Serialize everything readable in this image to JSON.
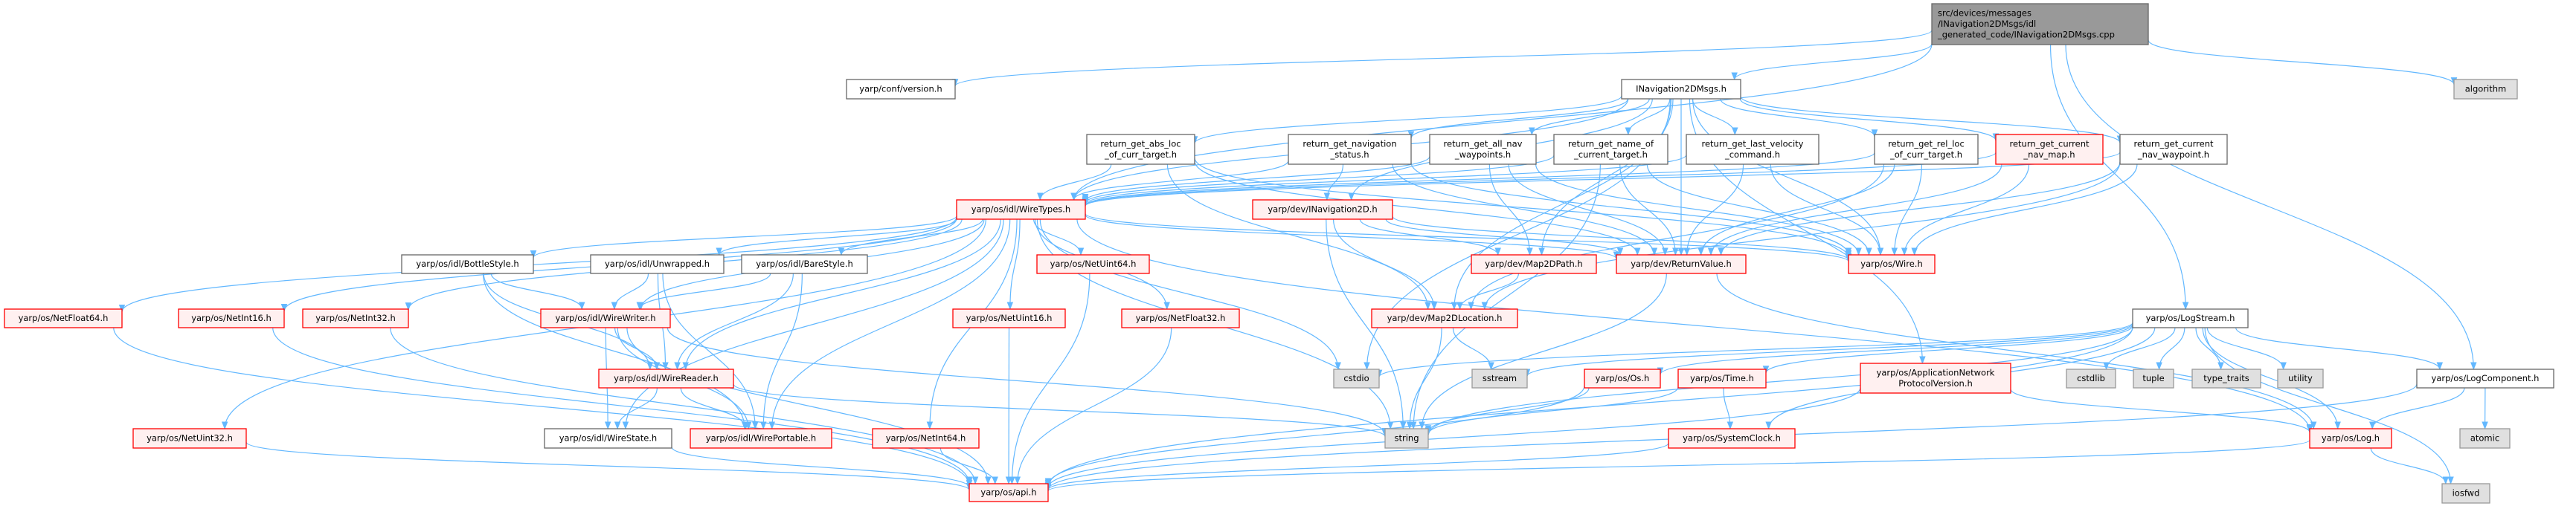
{
  "colors": {
    "edge": "#63b8ff",
    "root_fill": "#999999",
    "root_border": "#666666",
    "normal_fill": "#ffffff",
    "normal_border": "#666666",
    "truncated_fill": "#fff0f0",
    "truncated_border": "#ff0000",
    "system_fill": "#e0e0e0",
    "system_border": "#999999"
  },
  "nodes": [
    {
      "id": "root",
      "kind": "root",
      "lines": [
        "src/devices/messages",
        "/INavigation2DMsgs/idl",
        "_generated_code/INavigation2DMsgs.cpp"
      ]
    },
    {
      "id": "version",
      "kind": "normal",
      "lines": [
        "yarp/conf/version.h"
      ]
    },
    {
      "id": "inav",
      "kind": "normal",
      "lines": [
        "INavigation2DMsgs.h"
      ]
    },
    {
      "id": "algorithm",
      "kind": "system",
      "lines": [
        "algorithm"
      ]
    },
    {
      "id": "r_abs",
      "kind": "normal",
      "lines": [
        "return_get_abs_loc",
        "_of_curr_target.h"
      ]
    },
    {
      "id": "r_nav",
      "kind": "normal",
      "lines": [
        "return_get_navigation",
        "_status.h"
      ]
    },
    {
      "id": "r_all",
      "kind": "normal",
      "lines": [
        "return_get_all_nav",
        "_waypoints.h"
      ]
    },
    {
      "id": "r_name",
      "kind": "normal",
      "lines": [
        "return_get_name_of",
        "_current_target.h"
      ]
    },
    {
      "id": "r_last",
      "kind": "normal",
      "lines": [
        "return_get_last_velocity",
        "_command.h"
      ]
    },
    {
      "id": "r_rel",
      "kind": "normal",
      "lines": [
        "return_get_rel_loc",
        "_of_curr_target.h"
      ]
    },
    {
      "id": "r_map",
      "kind": "truncated",
      "lines": [
        "return_get_current",
        "_nav_map.h"
      ]
    },
    {
      "id": "r_wp",
      "kind": "normal",
      "lines": [
        "return_get_current",
        "_nav_waypoint.h"
      ]
    },
    {
      "id": "wiretypes",
      "kind": "truncated",
      "lines": [
        "yarp/os/idl/WireTypes.h"
      ]
    },
    {
      "id": "inav2d",
      "kind": "truncated",
      "lines": [
        "yarp/dev/INavigation2D.h"
      ]
    },
    {
      "id": "bottle",
      "kind": "normal",
      "lines": [
        "yarp/os/idl/BottleStyle.h"
      ]
    },
    {
      "id": "unwrapped",
      "kind": "normal",
      "lines": [
        "yarp/os/idl/Unwrapped.h"
      ]
    },
    {
      "id": "bare",
      "kind": "normal",
      "lines": [
        "yarp/os/idl/BareStyle.h"
      ]
    },
    {
      "id": "netuint64",
      "kind": "truncated",
      "lines": [
        "yarp/os/NetUint64.h"
      ]
    },
    {
      "id": "map2dpath",
      "kind": "truncated",
      "lines": [
        "yarp/dev/Map2DPath.h"
      ]
    },
    {
      "id": "returnvalue",
      "kind": "truncated",
      "lines": [
        "yarp/dev/ReturnValue.h"
      ]
    },
    {
      "id": "wire",
      "kind": "truncated",
      "lines": [
        "yarp/os/Wire.h"
      ]
    },
    {
      "id": "netfloat64",
      "kind": "truncated",
      "lines": [
        "yarp/os/NetFloat64.h"
      ]
    },
    {
      "id": "netint16",
      "kind": "truncated",
      "lines": [
        "yarp/os/NetInt16.h"
      ]
    },
    {
      "id": "netint32",
      "kind": "truncated",
      "lines": [
        "yarp/os/NetInt32.h"
      ]
    },
    {
      "id": "wirewriter",
      "kind": "truncated",
      "lines": [
        "yarp/os/idl/WireWriter.h"
      ]
    },
    {
      "id": "netuint16",
      "kind": "truncated",
      "lines": [
        "yarp/os/NetUint16.h"
      ]
    },
    {
      "id": "netfloat32",
      "kind": "truncated",
      "lines": [
        "yarp/os/NetFloat32.h"
      ]
    },
    {
      "id": "map2dloc",
      "kind": "truncated",
      "lines": [
        "yarp/dev/Map2DLocation.h"
      ]
    },
    {
      "id": "logstream",
      "kind": "normal",
      "lines": [
        "yarp/os/LogStream.h"
      ]
    },
    {
      "id": "wirereader",
      "kind": "truncated",
      "lines": [
        "yarp/os/idl/WireReader.h"
      ]
    },
    {
      "id": "cstdio",
      "kind": "system",
      "lines": [
        "cstdio"
      ]
    },
    {
      "id": "sstream",
      "kind": "system",
      "lines": [
        "sstream"
      ]
    },
    {
      "id": "os",
      "kind": "truncated",
      "lines": [
        "yarp/os/Os.h"
      ]
    },
    {
      "id": "time",
      "kind": "truncated",
      "lines": [
        "yarp/os/Time.h"
      ]
    },
    {
      "id": "appnet",
      "kind": "truncated",
      "lines": [
        "yarp/os/ApplicationNetwork",
        "ProtocolVersion.h"
      ]
    },
    {
      "id": "cstdlib",
      "kind": "system",
      "lines": [
        "cstdlib"
      ]
    },
    {
      "id": "tuple",
      "kind": "system",
      "lines": [
        "tuple"
      ]
    },
    {
      "id": "type_traits",
      "kind": "system",
      "lines": [
        "type_traits"
      ]
    },
    {
      "id": "utility",
      "kind": "system",
      "lines": [
        "utility"
      ]
    },
    {
      "id": "logcomp",
      "kind": "normal",
      "lines": [
        "yarp/os/LogComponent.h"
      ]
    },
    {
      "id": "netuint32",
      "kind": "truncated",
      "lines": [
        "yarp/os/NetUint32.h"
      ]
    },
    {
      "id": "wirestate",
      "kind": "normal",
      "lines": [
        "yarp/os/idl/WireState.h"
      ]
    },
    {
      "id": "wireportable",
      "kind": "truncated",
      "lines": [
        "yarp/os/idl/WirePortable.h"
      ]
    },
    {
      "id": "netint64",
      "kind": "truncated",
      "lines": [
        "yarp/os/NetInt64.h"
      ]
    },
    {
      "id": "string",
      "kind": "system",
      "lines": [
        "string"
      ]
    },
    {
      "id": "systemclock",
      "kind": "truncated",
      "lines": [
        "yarp/os/SystemClock.h"
      ]
    },
    {
      "id": "log",
      "kind": "truncated",
      "lines": [
        "yarp/os/Log.h"
      ]
    },
    {
      "id": "atomic",
      "kind": "system",
      "lines": [
        "atomic"
      ]
    },
    {
      "id": "api",
      "kind": "truncated",
      "lines": [
        "yarp/os/api.h"
      ]
    },
    {
      "id": "iosfwd",
      "kind": "system",
      "lines": [
        "iosfwd"
      ]
    }
  ],
  "edges": [
    [
      "root",
      "version"
    ],
    [
      "root",
      "inav"
    ],
    [
      "root",
      "wiretypes"
    ],
    [
      "root",
      "algorithm"
    ],
    [
      "root",
      "logstream"
    ],
    [
      "root",
      "logcomp"
    ],
    [
      "inav",
      "r_abs"
    ],
    [
      "inav",
      "r_nav"
    ],
    [
      "inav",
      "r_all"
    ],
    [
      "inav",
      "r_name"
    ],
    [
      "inav",
      "r_last"
    ],
    [
      "inav",
      "r_rel"
    ],
    [
      "inav",
      "r_map"
    ],
    [
      "inav",
      "r_wp"
    ],
    [
      "inav",
      "wiretypes"
    ],
    [
      "inav",
      "inav2d"
    ],
    [
      "inav",
      "wire"
    ],
    [
      "inav",
      "returnvalue"
    ],
    [
      "inav",
      "map2dpath"
    ],
    [
      "inav",
      "map2dloc"
    ],
    [
      "inav",
      "appnet"
    ],
    [
      "inav",
      "cstdio"
    ],
    [
      "r_abs",
      "wiretypes"
    ],
    [
      "r_abs",
      "map2dloc"
    ],
    [
      "r_abs",
      "returnvalue"
    ],
    [
      "r_abs",
      "wire"
    ],
    [
      "r_nav",
      "wiretypes"
    ],
    [
      "r_nav",
      "inav2d"
    ],
    [
      "r_nav",
      "returnvalue"
    ],
    [
      "r_nav",
      "wire"
    ],
    [
      "r_all",
      "wiretypes"
    ],
    [
      "r_all",
      "map2dpath"
    ],
    [
      "r_all",
      "returnvalue"
    ],
    [
      "r_all",
      "wire"
    ],
    [
      "r_name",
      "wiretypes"
    ],
    [
      "r_name",
      "returnvalue"
    ],
    [
      "r_name",
      "wire"
    ],
    [
      "r_name",
      "string"
    ],
    [
      "r_last",
      "wiretypes"
    ],
    [
      "r_last",
      "returnvalue"
    ],
    [
      "r_last",
      "wire"
    ],
    [
      "r_rel",
      "wiretypes"
    ],
    [
      "r_rel",
      "returnvalue"
    ],
    [
      "r_rel",
      "wire"
    ],
    [
      "r_rel",
      "map2dloc"
    ],
    [
      "r_map",
      "wiretypes"
    ],
    [
      "r_map",
      "returnvalue"
    ],
    [
      "r_map",
      "wire"
    ],
    [
      "r_wp",
      "wiretypes"
    ],
    [
      "r_wp",
      "returnvalue"
    ],
    [
      "r_wp",
      "wire"
    ],
    [
      "r_wp",
      "map2dloc"
    ],
    [
      "wiretypes",
      "netfloat64"
    ],
    [
      "wiretypes",
      "netint16"
    ],
    [
      "wiretypes",
      "netint32"
    ],
    [
      "wiretypes",
      "netuint32"
    ],
    [
      "wiretypes",
      "bottle"
    ],
    [
      "wiretypes",
      "unwrapped"
    ],
    [
      "wiretypes",
      "bare"
    ],
    [
      "wiretypes",
      "wirewriter"
    ],
    [
      "wiretypes",
      "wirereader"
    ],
    [
      "wiretypes",
      "wirestate"
    ],
    [
      "wiretypes",
      "wireportable"
    ],
    [
      "wiretypes",
      "netint64"
    ],
    [
      "wiretypes",
      "netuint16"
    ],
    [
      "wiretypes",
      "netuint64"
    ],
    [
      "wiretypes",
      "netfloat32"
    ],
    [
      "wiretypes",
      "string"
    ],
    [
      "wiretypes",
      "cstdio"
    ],
    [
      "wiretypes",
      "wire"
    ],
    [
      "wiretypes",
      "returnvalue"
    ],
    [
      "wiretypes",
      "log"
    ],
    [
      "inav2d",
      "returnvalue"
    ],
    [
      "inav2d",
      "map2dloc"
    ],
    [
      "inav2d",
      "map2dpath"
    ],
    [
      "inav2d",
      "string"
    ],
    [
      "inav2d",
      "wire"
    ],
    [
      "bottle",
      "wirewriter"
    ],
    [
      "bottle",
      "wirereader"
    ],
    [
      "bottle",
      "wireportable"
    ],
    [
      "unwrapped",
      "wirewriter"
    ],
    [
      "unwrapped",
      "wirereader"
    ],
    [
      "unwrapped",
      "wireportable"
    ],
    [
      "bare",
      "wirewriter"
    ],
    [
      "bare",
      "wirereader"
    ],
    [
      "bare",
      "wireportable"
    ],
    [
      "wirewriter",
      "wirereader"
    ],
    [
      "wirewriter",
      "wirestate"
    ],
    [
      "wirewriter",
      "wireportable"
    ],
    [
      "wirewriter",
      "api"
    ],
    [
      "wirewriter",
      "string"
    ],
    [
      "wirereader",
      "wirestate"
    ],
    [
      "wirereader",
      "wireportable"
    ],
    [
      "wirereader",
      "string"
    ],
    [
      "wirestate",
      "api"
    ],
    [
      "netfloat64",
      "api"
    ],
    [
      "netint16",
      "api"
    ],
    [
      "netint32",
      "api"
    ],
    [
      "netuint32",
      "api"
    ],
    [
      "netint64",
      "api"
    ],
    [
      "netuint16",
      "api"
    ],
    [
      "netuint64",
      "api"
    ],
    [
      "netfloat32",
      "api"
    ],
    [
      "map2dpath",
      "map2dloc"
    ],
    [
      "returnvalue",
      "string"
    ],
    [
      "returnvalue",
      "log"
    ],
    [
      "map2dloc",
      "string"
    ],
    [
      "map2dloc",
      "sstream"
    ],
    [
      "logstream",
      "cstdio"
    ],
    [
      "logstream",
      "sstream"
    ],
    [
      "logstream",
      "string"
    ],
    [
      "logstream",
      "os"
    ],
    [
      "logstream",
      "time"
    ],
    [
      "logstream",
      "systemclock"
    ],
    [
      "logstream",
      "api"
    ],
    [
      "logstream",
      "cstdlib"
    ],
    [
      "logstream",
      "tuple"
    ],
    [
      "logstream",
      "type_traits"
    ],
    [
      "logstream",
      "utility"
    ],
    [
      "logstream",
      "logcomp"
    ],
    [
      "logstream",
      "log"
    ],
    [
      "logstream",
      "iosfwd"
    ],
    [
      "os",
      "string"
    ],
    [
      "os",
      "api"
    ],
    [
      "time",
      "string"
    ],
    [
      "time",
      "systemclock"
    ],
    [
      "systemclock",
      "api"
    ],
    [
      "appnet",
      "api"
    ],
    [
      "appnet",
      "log"
    ],
    [
      "log",
      "api"
    ],
    [
      "log",
      "iosfwd"
    ],
    [
      "logcomp",
      "log"
    ],
    [
      "logcomp",
      "atomic"
    ],
    [
      "logcomp",
      "api"
    ]
  ]
}
